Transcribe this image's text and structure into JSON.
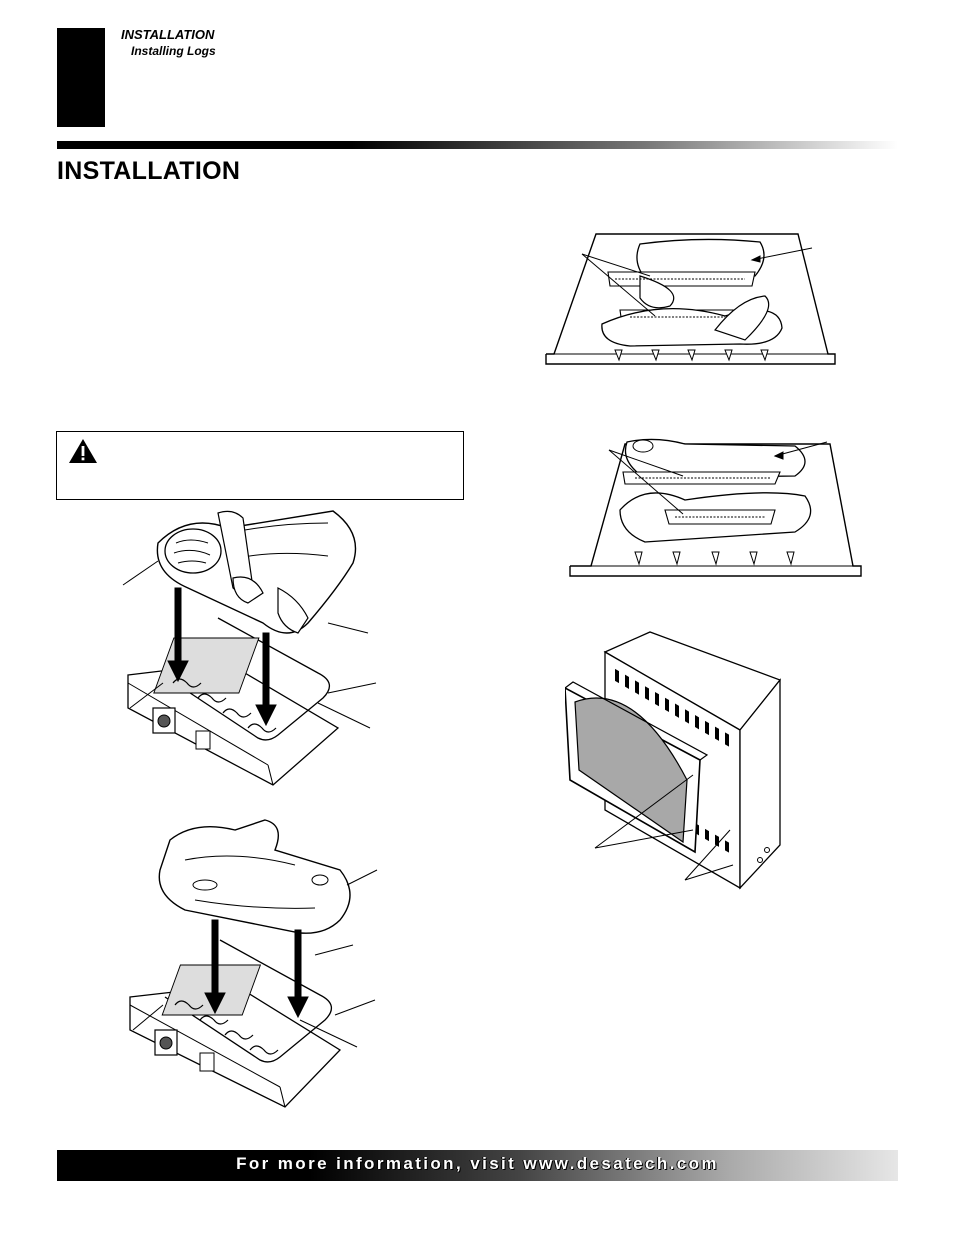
{
  "header": {
    "section": "INSTALLATION",
    "subsection": "Installing Logs"
  },
  "page_title": "INSTALLATION",
  "footer": {
    "text": "For more information, visit www.desatech.com"
  }
}
